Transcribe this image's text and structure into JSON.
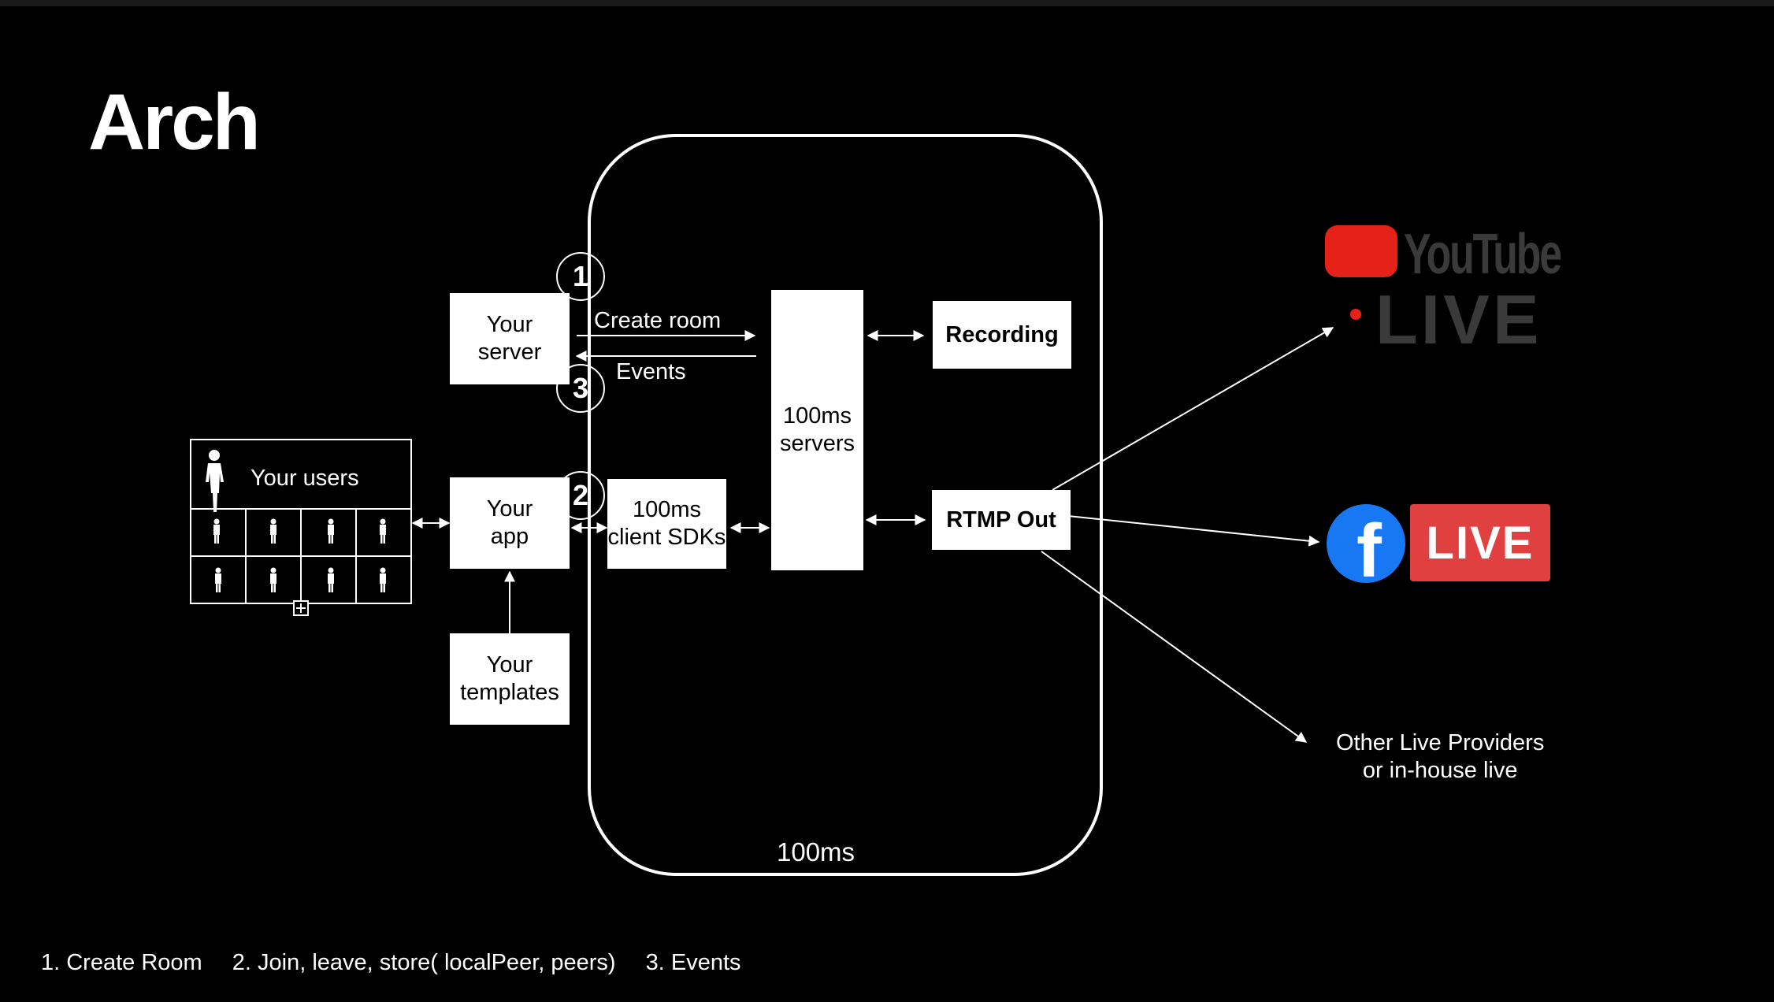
{
  "title": "Arch",
  "boxes": {
    "your_server": [
      "Your",
      "server"
    ],
    "your_app": [
      "Your",
      "app"
    ],
    "your_templates": [
      "Your",
      "templates"
    ],
    "client_sdks": [
      "100ms",
      "client SDKs"
    ],
    "servers": [
      "100ms",
      "servers"
    ],
    "recording": "Recording",
    "rtmp_out": "RTMP Out"
  },
  "users": {
    "label": "Your users"
  },
  "labels": {
    "create_room": "Create room",
    "events": "Events",
    "container": "100ms",
    "other_live": [
      "Other Live Providers",
      "or in-house live"
    ]
  },
  "steps": {
    "one": "1",
    "two": "2",
    "three": "3"
  },
  "brands": {
    "youtube_word": "YouTube",
    "youtube_live": "LIVE",
    "facebook_f": "f",
    "facebook_live": "LIVE",
    "youtube_color": "#e62117",
    "facebook_color": "#1877f2",
    "facebook_live_color": "#e0403f"
  },
  "legend": {
    "item1": "1. Create Room",
    "item2": "2. Join, leave, store( localPeer, peers)",
    "item3": "3. Events"
  }
}
